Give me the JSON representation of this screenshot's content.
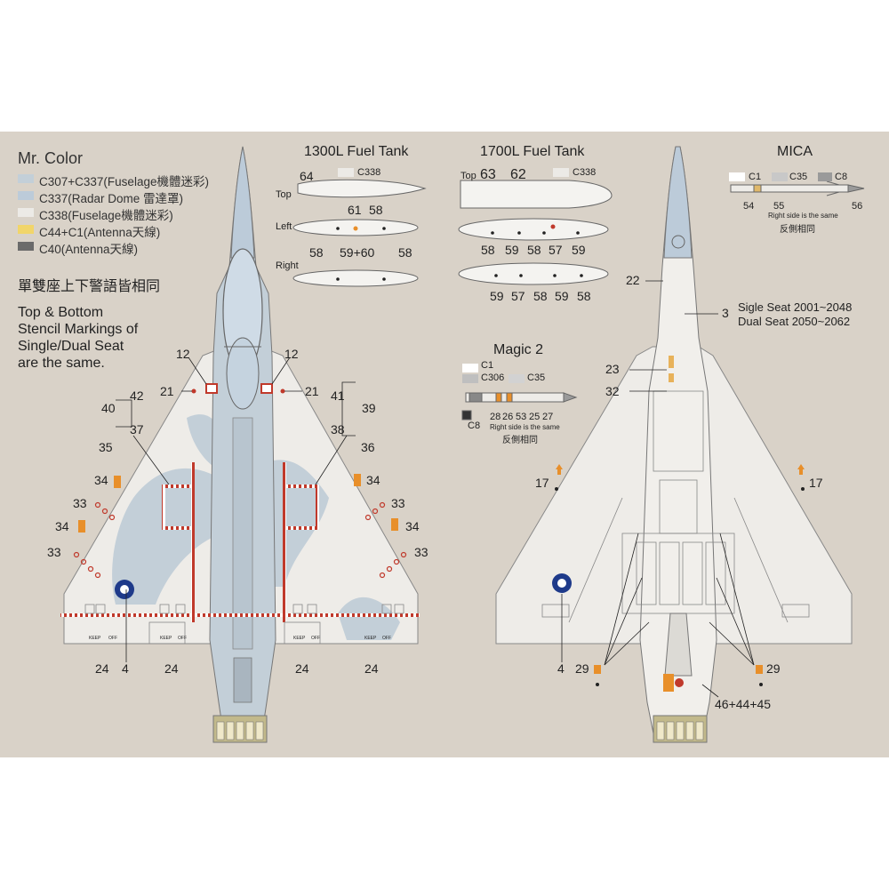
{
  "legend": {
    "title": "Mr. Color",
    "items": [
      {
        "label": "C307+C337(Fuselage機體迷彩)",
        "color": "#c3cfd8"
      },
      {
        "label": "C337(Radar Dome 雷達罩)",
        "color": "#bccbd9"
      },
      {
        "label": "C338(Fuselage機體迷彩)",
        "color": "#eceae6"
      },
      {
        "label": "C44+C1(Antenna天線)",
        "color": "#f1d56a"
      },
      {
        "label": "C40(Antenna天線)",
        "color": "#6b6b6b"
      }
    ]
  },
  "note": {
    "chinese": "單雙座上下警語皆相同",
    "english_lines": [
      "Top & Bottom",
      "Stencil Markings of",
      "Single/Dual Seat",
      "are the same."
    ]
  },
  "fuel_1300": {
    "title": "1300L Fuel Tank",
    "swatch": "C338",
    "views": [
      "Top",
      "Left",
      "Right"
    ],
    "numbers": [
      "64",
      "61",
      "58",
      "58",
      "59+60",
      "58"
    ]
  },
  "fuel_1700": {
    "title": "1700L Fuel Tank",
    "swatch": "C338",
    "view": "Top",
    "numbers_top": [
      "63",
      "62"
    ],
    "row1": [
      "58",
      "59",
      "58",
      "57",
      "59"
    ],
    "row2": [
      "59",
      "57",
      "58",
      "59",
      "58"
    ]
  },
  "mica": {
    "title": "MICA",
    "swatches": [
      "C1",
      "C35",
      "C8"
    ],
    "numbers": [
      "54",
      "55",
      "56"
    ],
    "note_en": "Right side is the same",
    "note_zh": "反側相同"
  },
  "magic2": {
    "title": "Magic 2",
    "swatches": [
      "C1",
      "C306",
      "C35",
      "C8"
    ],
    "numbers": [
      "28",
      "26",
      "53",
      "25",
      "27"
    ],
    "note_en": "Right side is the same",
    "note_zh": "反側相同"
  },
  "top_view_labels": {
    "n12a": "12",
    "n12b": "12",
    "n21a": "21",
    "n21b": "21",
    "n42": "42",
    "n40": "40",
    "n41": "41",
    "n39": "39",
    "n37": "37",
    "n38": "38",
    "n35": "35",
    "n36": "36",
    "n34a": "34",
    "n34b": "34",
    "n34c": "34",
    "n34d": "34",
    "n33a": "33",
    "n33b": "33",
    "n33c": "33",
    "n33d": "33",
    "n24a": "24",
    "n4": "4",
    "n24b": "24",
    "n24c": "24",
    "n24d": "24"
  },
  "bottom_view_labels": {
    "n22": "22",
    "n3": "3",
    "serial_single": "Sigle Seat 2001~2048",
    "serial_dual": "Dual Seat 2050~2062",
    "n23": "23",
    "n32": "32",
    "n17a": "17",
    "n17b": "17",
    "n4": "4",
    "n29a": "29",
    "n29b": "29",
    "n464445": "46+44+45"
  },
  "stencils": {
    "keep": "KEEP",
    "off": "OFF"
  }
}
